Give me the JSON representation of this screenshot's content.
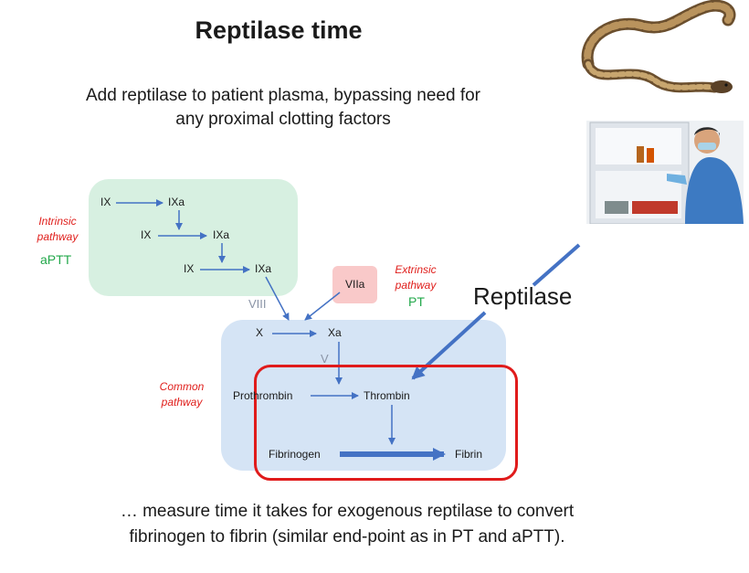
{
  "slide": {
    "title": "Reptilase time",
    "subtitle_line1": "Add reptilase to patient plasma, bypassing need for",
    "subtitle_line2": "any  proximal clotting factors",
    "footer_line1": "… measure time it takes for exogenous reptilase to convert",
    "footer_line2": "fibrinogen to fibrin (similar end-point as in PT and aPTT)."
  },
  "diagram": {
    "intrinsic": {
      "label_line1": "Intrinsic",
      "label_line2": "pathway",
      "test": "aPTT"
    },
    "extrinsic": {
      "label_line1": "Extrinsic",
      "label_line2": "pathway",
      "test": "PT"
    },
    "common": {
      "label_line1": "Common",
      "label_line2": "pathway"
    },
    "nodes": {
      "ix1": "IX",
      "ixa1": "IXa",
      "ix2": "IX",
      "ixa2": "IXa",
      "ix3": "IX",
      "ixa3": "IXa",
      "viii": "VIII",
      "viia": "VIIa",
      "x": "X",
      "xa": "Xa",
      "v": "V",
      "prothrombin": "Prothrombin",
      "thrombin": "Thrombin",
      "fibrinogen": "Fibrinogen",
      "fibrin": "Fibrin"
    },
    "reptilase_label": "Reptilase"
  },
  "colors": {
    "arrow": "#4472c4",
    "intrinsic_box": "#d7f0e1",
    "common_box": "#d5e4f5",
    "viia_box": "#f9c9c9",
    "highlight_border": "#e01b1b",
    "pathway_label": "#e0201d",
    "test_label": "#23a84b",
    "cofactor": "#8a94a6"
  },
  "images": [
    "snake-photo",
    "lab-freezer-photo"
  ]
}
